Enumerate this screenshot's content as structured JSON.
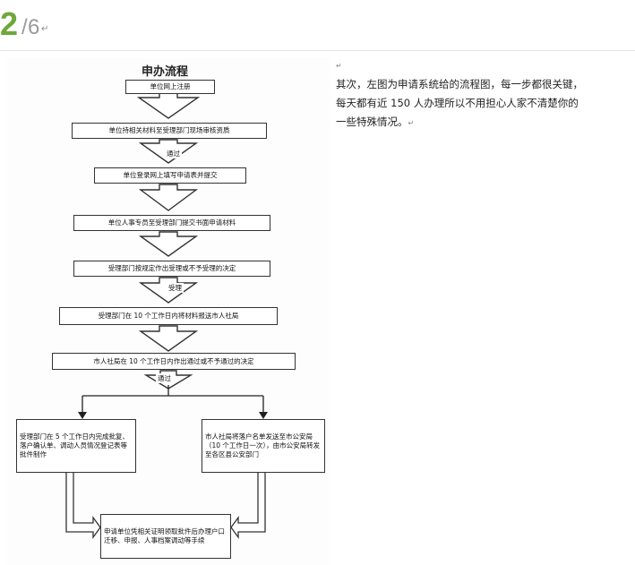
{
  "pagination": {
    "current": "2",
    "separator": "/",
    "total": "6",
    "mark": "↵"
  },
  "flowchart": {
    "title": "申办流程",
    "steps": [
      "单位网上注册",
      "单位持相关材料至受理部门现场审核资质",
      "单位登录网上填写申请表并提交",
      "单位人事专员至受理部门提交书面申请材料",
      "受理部门按规定作出受理或不予受理的决定",
      "受理部门在 10 个工作日内将材料报送市人社局",
      "市人社局在 10 个工作日内作出通过或不予通过的决定"
    ],
    "labels": {
      "pass1": "通过",
      "accept": "受理",
      "pass2": "通过"
    },
    "left_box": "受理部门在 5 个工作日内完成批复、落户确认单、调动人员情况登记表等批件制作",
    "right_box": "市人社局将落户名单发送至市公安局（10 个工作日一次），由市公安局转发至各区县公安部门",
    "final_box": "申请单位凭相关证明领取批件后办理户口迁移、申报、人事档案调动等手续"
  },
  "description": {
    "mark_top": "↵",
    "line1": "其次，左图为申请系统给的流程图，每一步都很关键，",
    "line2": "每天都有近 150 人办理所以不用担心人家不清楚你的",
    "line3": "一些特殊情况。",
    "mark": "↵"
  }
}
